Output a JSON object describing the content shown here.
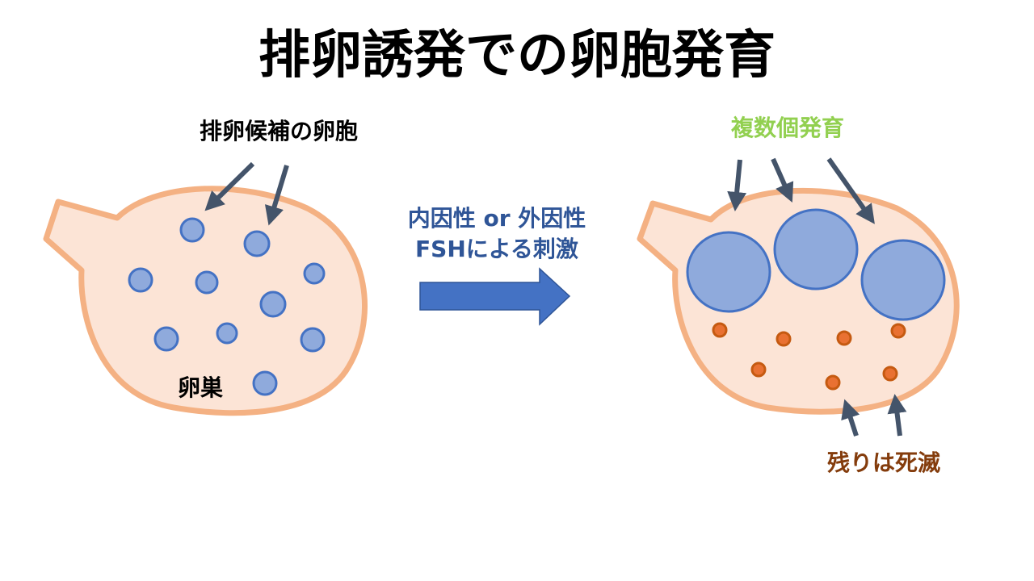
{
  "title": "排卵誘発での卵胞発育",
  "left": {
    "candidate_label": "排卵候補の卵胞",
    "ovary_label": "卵巣"
  },
  "middle": {
    "line1": "内因性 or 外因性",
    "line2": "FSHによる刺激"
  },
  "right": {
    "multiple_label": "複数個発育",
    "remaining_label": "残りは死滅"
  },
  "colors": {
    "ovary_fill": "#FCE4D6",
    "ovary_stroke": "#F4B183",
    "follicle_fill": "#8FAADC",
    "follicle_stroke": "#4472C4",
    "small_follicle_fill": "#E97132",
    "small_follicle_stroke": "#C55A11",
    "arrow_dark": "#44546A",
    "big_arrow": "#4472C4",
    "middle_text": "#2F5597",
    "multiple_text": "#92D050",
    "remaining_text": "#843C0C"
  }
}
